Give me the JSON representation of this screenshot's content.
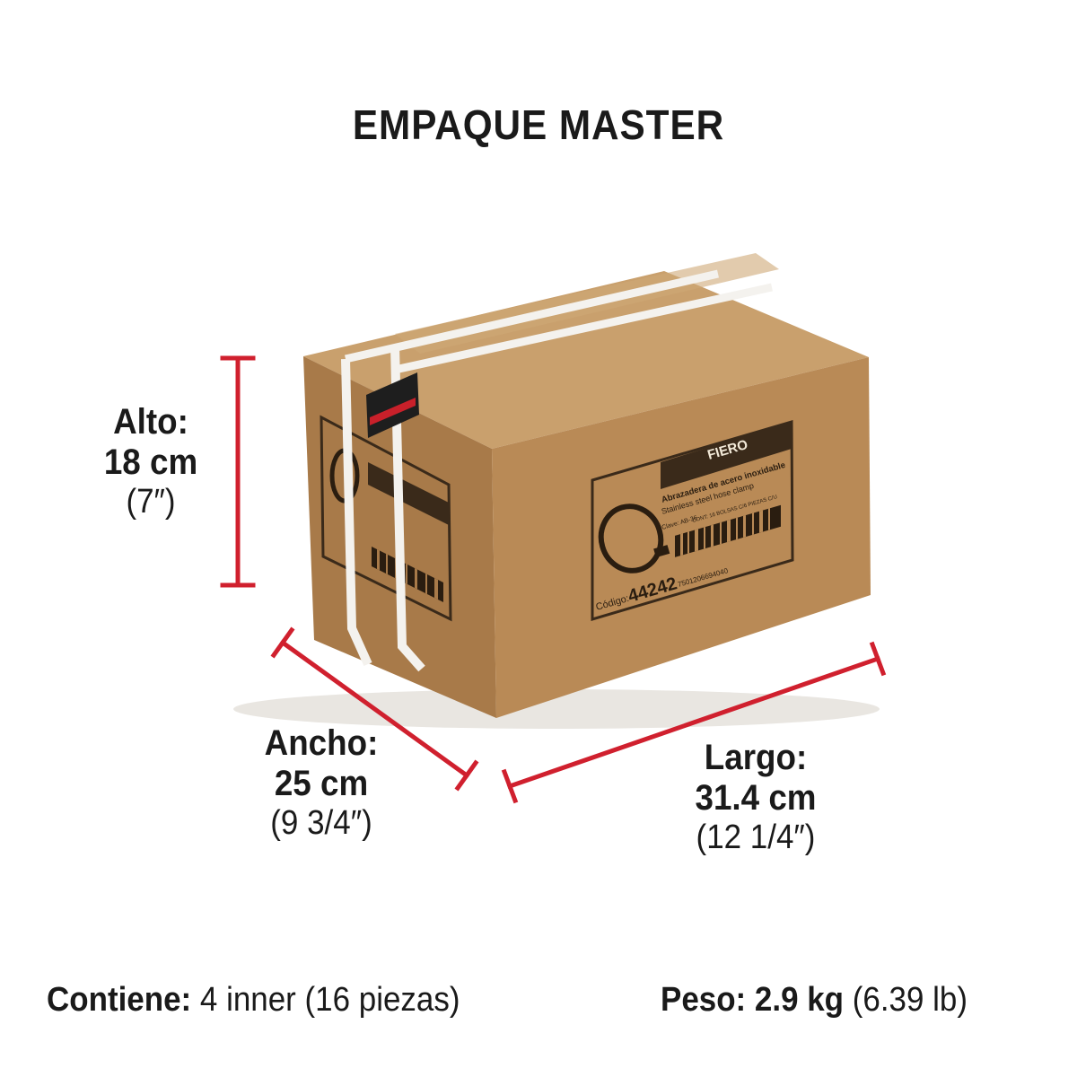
{
  "title": "EMPAQUE MASTER",
  "colors": {
    "accent": "#d0202e",
    "box_front": "#b98a56",
    "box_side": "#a87a49",
    "box_top": "#c9a06d"
  },
  "dimensions": {
    "alto": {
      "label": "Alto:",
      "metric": "18 cm",
      "imperial": "(7″)"
    },
    "ancho": {
      "label": "Ancho:",
      "metric": "25 cm",
      "imperial": "(9 3/4″)"
    },
    "largo": {
      "label": "Largo:",
      "metric": "31.4 cm",
      "imperial": "(12 1/4″)"
    }
  },
  "box_label": {
    "brand": "FIERO",
    "product_es": "Abrazadera de acero inoxidable",
    "product_en": "Stainless steel hose clamp",
    "clave": "Clave: AB-36",
    "contents": "CONT: 16 BOLSAS C/6 PIEZAS C/U",
    "codigo_label": "Código:",
    "codigo": "44242",
    "barcode_number": "7501206694040"
  },
  "contiene": {
    "label": "Contiene:",
    "value": "4 inner (16 piezas)"
  },
  "peso": {
    "label": "Peso:",
    "value": "2.9 kg",
    "extra": "(6.39 lb)"
  }
}
